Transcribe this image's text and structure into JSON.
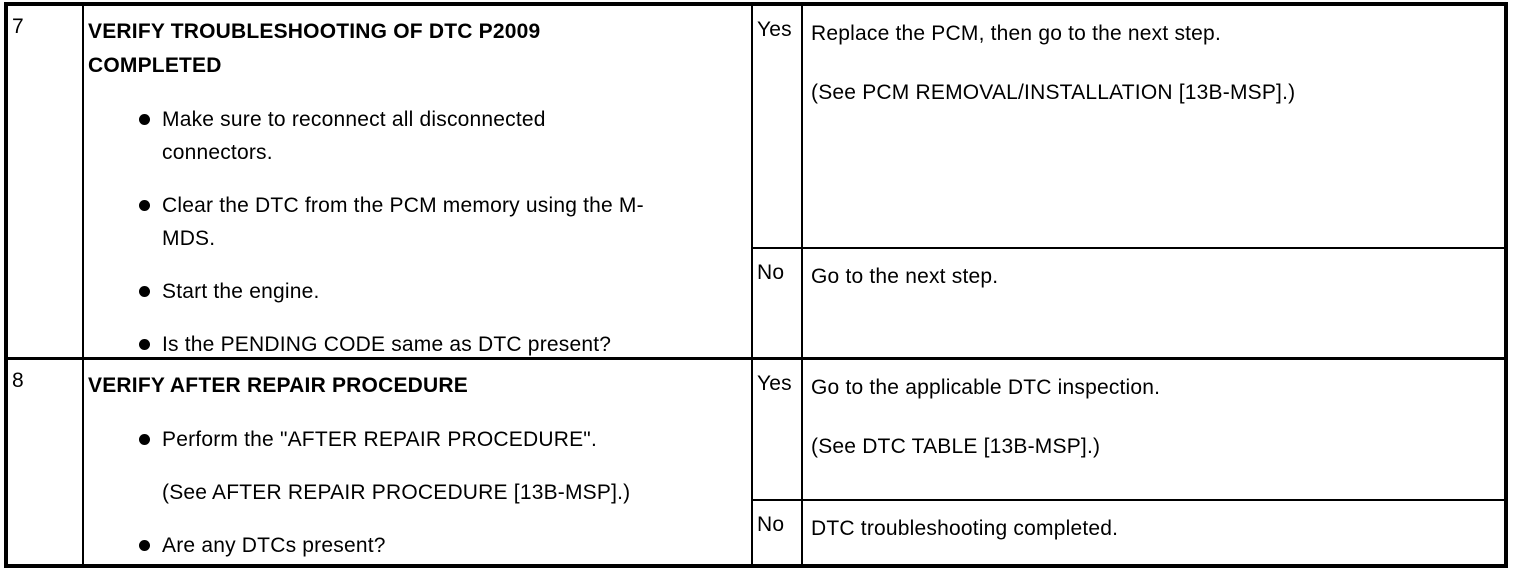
{
  "table": {
    "rows": [
      {
        "step": "7",
        "title": "VERIFY TROUBLESHOOTING OF DTC P2009 COMPLETED",
        "items": [
          {
            "type": "bullet",
            "text": "Make sure to reconnect all disconnected connectors."
          },
          {
            "type": "bullet",
            "text": "Clear the DTC from the PCM memory using the M-MDS."
          },
          {
            "type": "bullet",
            "text": "Start the engine."
          },
          {
            "type": "bullet",
            "text": "Is the PENDING CODE same as DTC present?"
          }
        ],
        "yes_label": "Yes",
        "yes_line1": "Replace the PCM, then go to the next step.",
        "yes_line2": "(See PCM REMOVAL/INSTALLATION [13B-MSP].)",
        "no_label": "No",
        "no_line1": "Go to the next step."
      },
      {
        "step": "8",
        "title": "VERIFY AFTER REPAIR PROCEDURE",
        "items": [
          {
            "type": "bullet",
            "text": "Perform the \"AFTER REPAIR PROCEDURE\"."
          },
          {
            "type": "note",
            "text": "(See AFTER REPAIR PROCEDURE [13B-MSP].)"
          },
          {
            "type": "bullet",
            "text": "Are any DTCs present?"
          }
        ],
        "yes_label": "Yes",
        "yes_line1": "Go to the applicable DTC inspection.",
        "yes_line2": "(See DTC TABLE [13B-MSP].)",
        "no_label": "No",
        "no_line1": "DTC troubleshooting completed."
      }
    ]
  }
}
